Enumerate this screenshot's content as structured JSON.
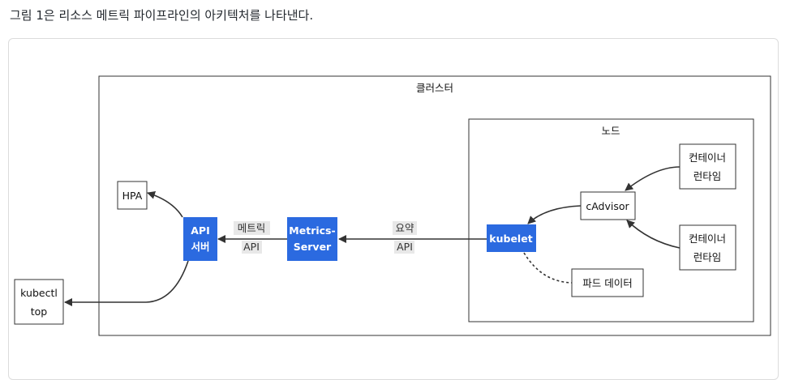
{
  "caption": "그림 1은 리소스 메트릭 파이프라인의 아키텍처를 나타낸다.",
  "colors": {
    "accent_node": "#2b6ae0",
    "plain_node_fill": "#ffffff",
    "edge": "#333333",
    "edge_label_bg": "#e8e8e8"
  },
  "diagram": {
    "groups": {
      "cluster": "클러스터",
      "node": "노드"
    },
    "nodes": {
      "hpa": "HPA",
      "kubectl_top": [
        "kubectl",
        "top"
      ],
      "api_server": [
        "API",
        "서버"
      ],
      "metrics_server": [
        "Metrics-",
        "Server"
      ],
      "kubelet": "kubelet",
      "cadvisor": "cAdvisor",
      "runtime_top": [
        "컨테이너",
        "런타임"
      ],
      "runtime_bottom": [
        "컨테이너",
        "런타임"
      ],
      "pod_data": "파드 데이터"
    },
    "edge_labels": {
      "metrics_api": [
        "메트릭",
        "API"
      ],
      "summary_api": [
        "요약",
        "API"
      ]
    }
  }
}
